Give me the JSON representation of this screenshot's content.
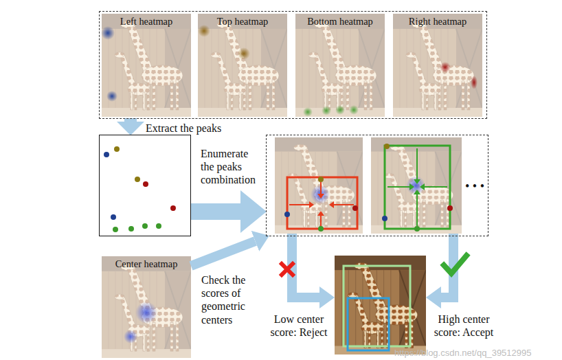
{
  "diagram": {
    "nodes": [
      {
        "text": []
      },
      {
        "text": [
          "Left heatmap"
        ],
        "in": 0
      },
      {
        "text": [
          "Top heatmap"
        ],
        "in": 0
      },
      {
        "text": [
          "Bottom heatmap"
        ],
        "in": 0
      },
      {
        "text": [
          "Right heatmap"
        ],
        "in": 0
      },
      {
        "text": []
      },
      {
        "text": []
      },
      {
        "text": [],
        "in": 6
      },
      {
        "text": [],
        "in": 6
      },
      {
        "text": [
          "Center heatmap"
        ]
      },
      {
        "text": []
      }
    ],
    "edges": [
      {
        "from": 0,
        "to": 5,
        "arrow": "to",
        "label": "Extract the peaks"
      },
      {
        "from": 5,
        "to": 6,
        "arrow": "to",
        "label": "Enumerate the peaks combination"
      },
      {
        "from": 9,
        "to": 6,
        "arrow": "to",
        "label": "Check the scores of geometric centers"
      },
      {
        "from": 7,
        "to": 10,
        "arrow": "to",
        "label": "Low center score: Reject"
      },
      {
        "from": 8,
        "to": 10,
        "arrow": "to",
        "label": "High center score: Accept"
      }
    ],
    "labels": [
      "• • •",
      "https://blog.csdn.net/qq_39512995"
    ]
  }
}
